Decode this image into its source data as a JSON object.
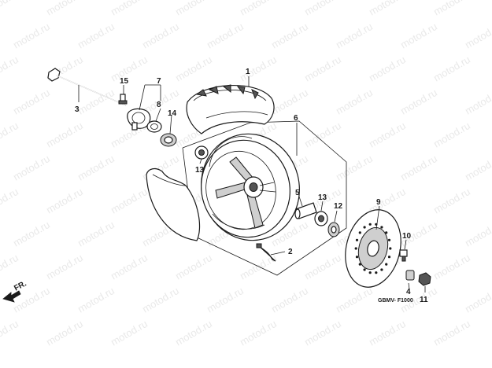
{
  "diagram": {
    "watermark_text": "motod.ru",
    "direction_label": "FR.",
    "drawing_code": "GBMV- F1000",
    "callouts": {
      "c1": "1",
      "c2": "2",
      "c3": "3",
      "c4": "4",
      "c5": "5",
      "c6": "6",
      "c7": "7",
      "c8": "8",
      "c9": "9",
      "c10": "10",
      "c11": "11",
      "c12": "12",
      "c13a": "13",
      "c13b": "13",
      "c14": "14",
      "c15": "15"
    }
  }
}
